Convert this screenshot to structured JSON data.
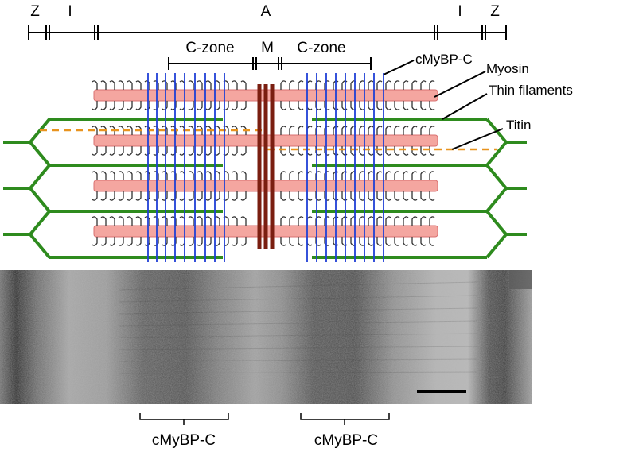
{
  "top_scale": {
    "z_left": "Z",
    "i_left": "I",
    "a_band": "A",
    "i_right": "I",
    "z_right": "Z"
  },
  "zones": {
    "c_zone_left": "C-zone",
    "m_line": "M",
    "c_zone_right": "C-zone"
  },
  "labels": {
    "cmybpc": "cMyBP-C",
    "myosin": "Myosin",
    "thin_filaments": "Thin filaments",
    "titin": "Titin"
  },
  "micrograph": {
    "bracket_left_label": "cMyBP-C",
    "bracket_right_label": "cMyBP-C"
  },
  "colors": {
    "myosin_fill": "#f4a6a0",
    "myosin_edge": "#d97070",
    "thin_filament": "#2e8b1e",
    "titin": "#e8931e",
    "cmybpc_stripe": "#1f3fd6",
    "m_line": "#7a1e10",
    "em_background": "#8f8f8f",
    "em_dark_band": "#3c3c3c"
  }
}
